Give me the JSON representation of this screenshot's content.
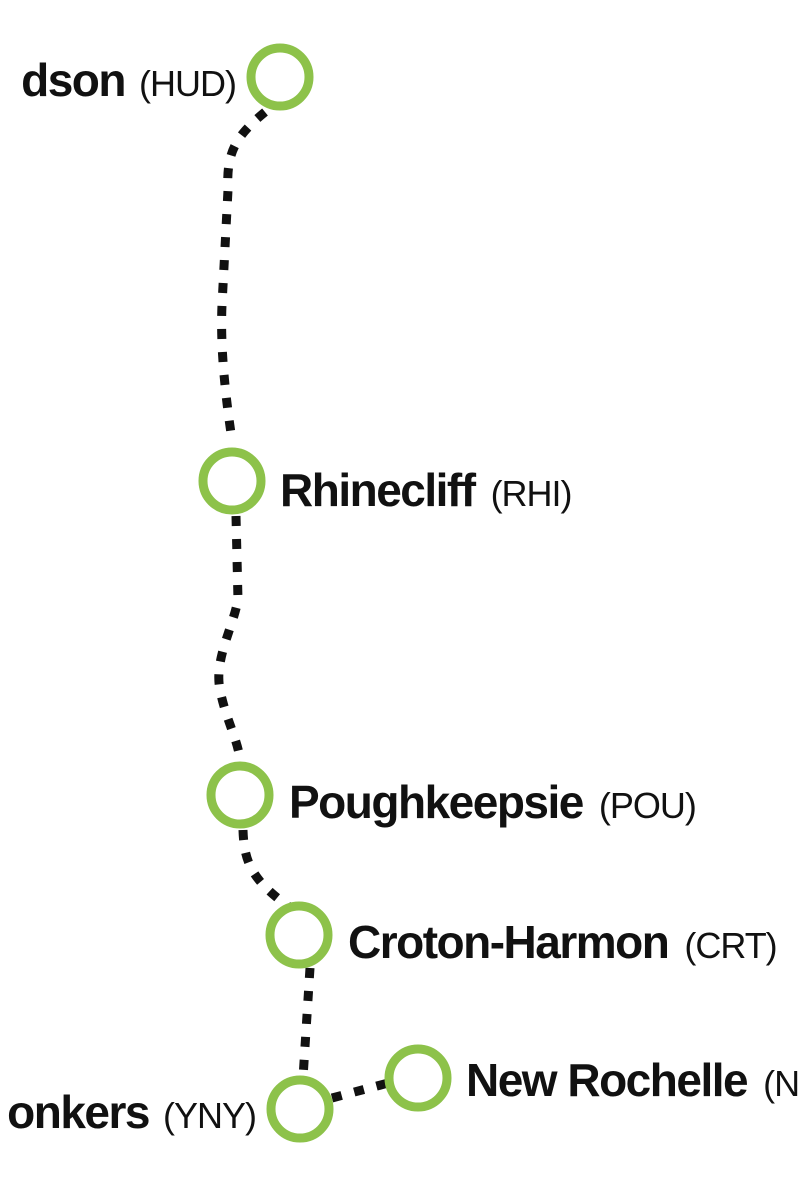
{
  "colors": {
    "station_ring": "#8dc24a",
    "route_line": "#111111",
    "text": "#111111"
  },
  "stations": [
    {
      "id": "hudson",
      "name": "dson",
      "code": "(HUD)"
    },
    {
      "id": "rhinecliff",
      "name": "Rhinecliff",
      "code": "(RHI)"
    },
    {
      "id": "poughkeepsie",
      "name": "Poughkeepsie",
      "code": "(POU)"
    },
    {
      "id": "croton-harmon",
      "name": "Croton-Harmon",
      "code": "(CRT)"
    },
    {
      "id": "yonkers",
      "name": "onkers",
      "code": "(YNY)"
    },
    {
      "id": "new-rochelle",
      "name": "New Rochelle",
      "code": "(N"
    }
  ]
}
